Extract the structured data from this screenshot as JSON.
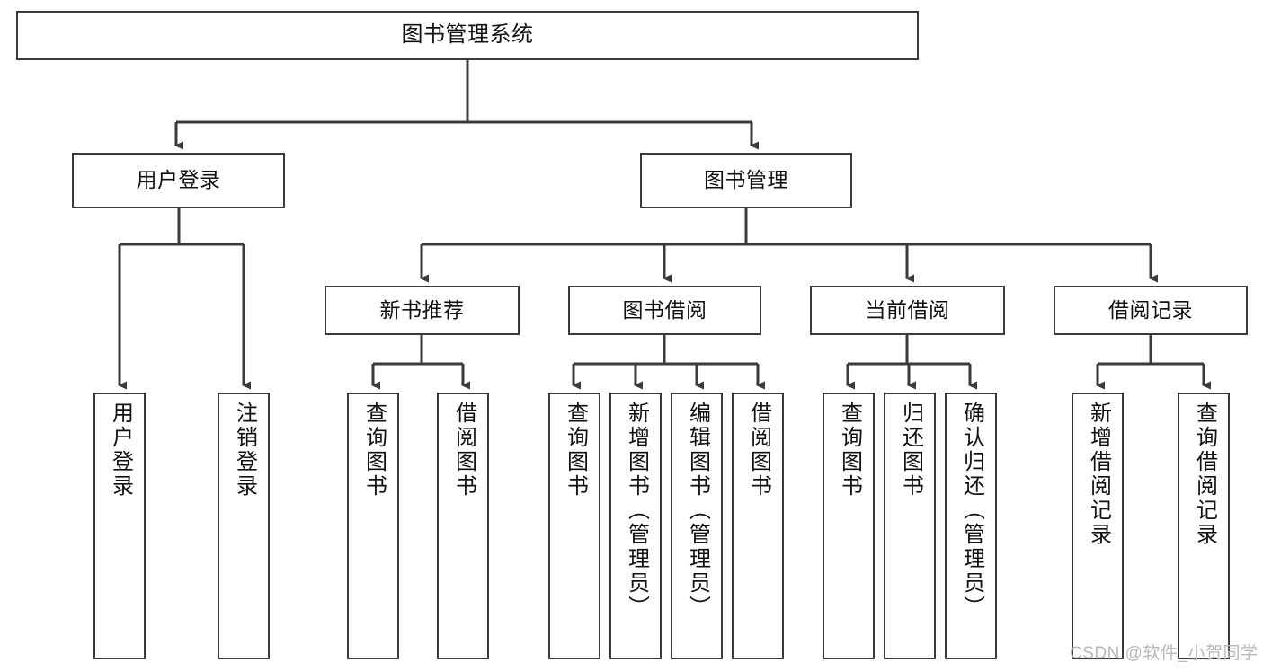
{
  "diagram": {
    "title": "图书管理系统",
    "type": "hierarchy-tree",
    "stroke_color": "#3b3b3b",
    "fill_color": "#ffffff",
    "text_color": "#111111",
    "watermark": "CSDN @软件_小贺同学",
    "watermark_color": "#b9b9b9"
  },
  "nodes": {
    "root": {
      "label": "图书管理系统"
    },
    "level2": [
      {
        "label": "用户登录"
      },
      {
        "label": "图书管理"
      }
    ],
    "level3": [
      {
        "label": "新书推荐"
      },
      {
        "label": "图书借阅"
      },
      {
        "label": "当前借阅"
      },
      {
        "label": "借阅记录"
      }
    ],
    "leaves": {
      "user_login": [
        {
          "label": "用户登录"
        },
        {
          "label": "注销登录"
        }
      ],
      "new_book": [
        {
          "label": "查询图书"
        },
        {
          "label": "借阅图书"
        }
      ],
      "book_borrow": [
        {
          "label": "查询图书"
        },
        {
          "label": "新增图书（管理员）"
        },
        {
          "label": "编辑图书（管理员）"
        },
        {
          "label": "借阅图书"
        }
      ],
      "current_borrow": [
        {
          "label": "查询图书"
        },
        {
          "label": "归还图书"
        },
        {
          "label": "确认归还（管理员）"
        }
      ],
      "borrow_record": [
        {
          "label": "新增借阅记录"
        },
        {
          "label": "查询借阅记录"
        }
      ]
    }
  }
}
